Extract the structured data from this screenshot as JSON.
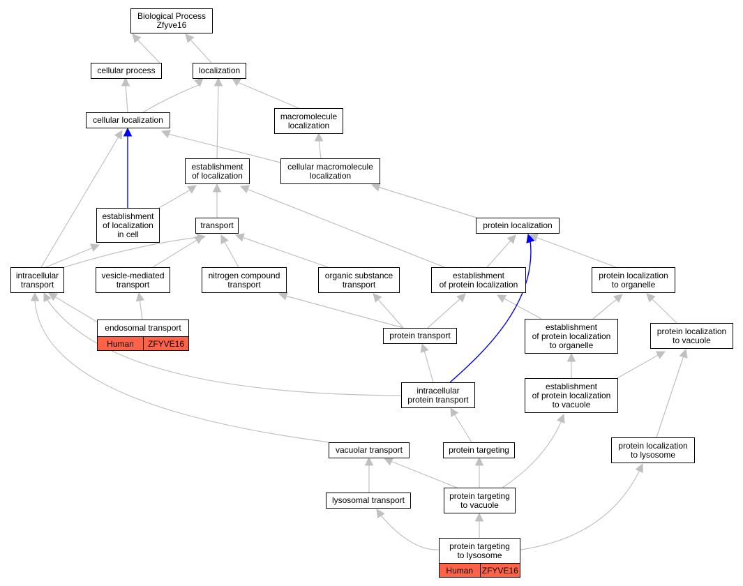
{
  "graph": {
    "root": {
      "line1": "Biological Process",
      "line2": "Zfyve16"
    },
    "nodes": [
      {
        "id": "cellular-process",
        "label": "cellular process"
      },
      {
        "id": "localization",
        "label": "localization"
      },
      {
        "id": "cellular-localization",
        "label": "cellular localization"
      },
      {
        "id": "macromolecule-localization",
        "label": "macromolecule\nlocalization"
      },
      {
        "id": "establishment-of-localization",
        "label": "establishment\nof localization"
      },
      {
        "id": "cellular-macromolecule-localization",
        "label": "cellular macromolecule\nlocalization"
      },
      {
        "id": "establishment-of-localization-in-cell",
        "label": "establishment\nof localization\nin cell"
      },
      {
        "id": "transport",
        "label": "transport"
      },
      {
        "id": "protein-localization",
        "label": "protein localization"
      },
      {
        "id": "intracellular-transport",
        "label": "intracellular\ntransport"
      },
      {
        "id": "vesicle-mediated-transport",
        "label": "vesicle-mediated\ntransport"
      },
      {
        "id": "nitrogen-compound-transport",
        "label": "nitrogen compound\ntransport"
      },
      {
        "id": "organic-substance-transport",
        "label": "organic substance\ntransport"
      },
      {
        "id": "establishment-of-protein-localization",
        "label": "establishment\nof protein localization"
      },
      {
        "id": "protein-localization-to-organelle",
        "label": "protein localization\nto organelle"
      },
      {
        "id": "endosomal-transport",
        "label": "endosomal transport"
      },
      {
        "id": "protein-transport",
        "label": "protein transport"
      },
      {
        "id": "establishment-of-protein-localization-to-organelle",
        "label": "establishment\nof protein localization\nto organelle"
      },
      {
        "id": "protein-localization-to-vacuole",
        "label": "protein localization\nto vacuole"
      },
      {
        "id": "intracellular-protein-transport",
        "label": "intracellular\nprotein transport"
      },
      {
        "id": "establishment-of-protein-localization-to-vacuole",
        "label": "establishment\nof protein localization\nto vacuole"
      },
      {
        "id": "vacuolar-transport",
        "label": "vacuolar transport"
      },
      {
        "id": "protein-targeting",
        "label": "protein targeting"
      },
      {
        "id": "protein-localization-to-lysosome",
        "label": "protein localization\nto lysosome"
      },
      {
        "id": "lysosomal-transport",
        "label": "lysosomal transport"
      },
      {
        "id": "protein-targeting-to-vacuole",
        "label": "protein targeting\nto vacuole"
      },
      {
        "id": "protein-targeting-to-lysosome",
        "label": "protein targeting\nto lysosome"
      }
    ],
    "annotations": [
      {
        "node": "endosomal-transport",
        "species": "Human",
        "gene": "ZFYVE16"
      },
      {
        "node": "protein-targeting-to-lysosome",
        "species": "Human",
        "gene": "ZFYVE16"
      }
    ],
    "colors": {
      "edge": "#c0c0c0",
      "highlight_edge": "#0000ee",
      "tag_fill": "#ff6347",
      "border": "#000000"
    }
  }
}
